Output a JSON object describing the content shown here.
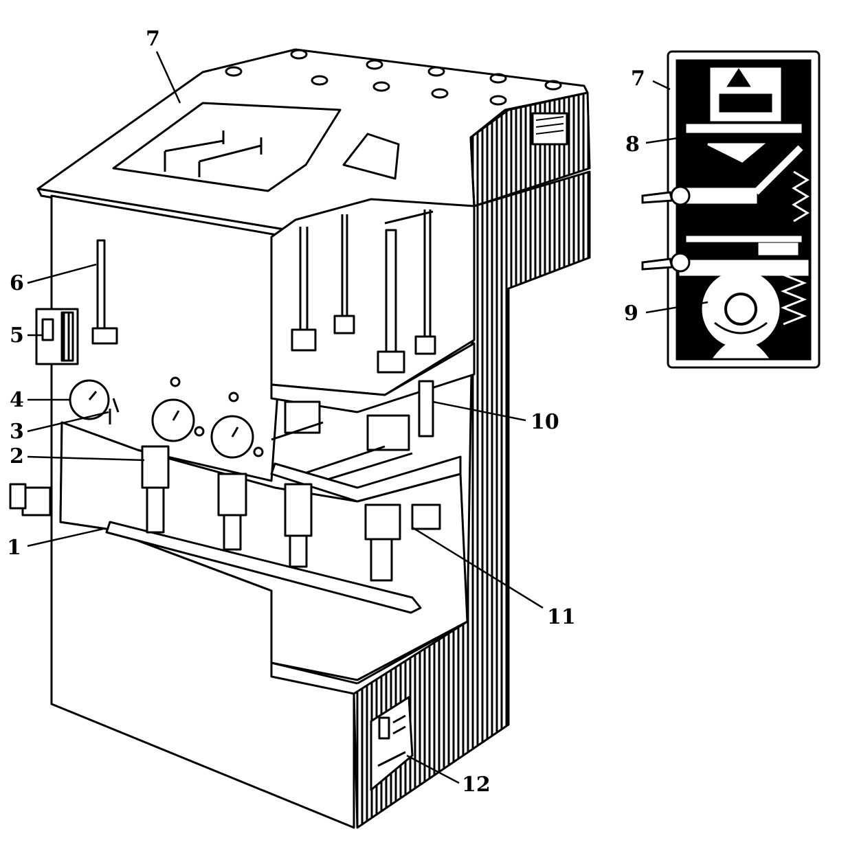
{
  "figure": {
    "callouts": [
      {
        "id": "c1",
        "text": "1"
      },
      {
        "id": "c2",
        "text": "2"
      },
      {
        "id": "c3",
        "text": "3"
      },
      {
        "id": "c4",
        "text": "4"
      },
      {
        "id": "c5",
        "text": "5"
      },
      {
        "id": "c6",
        "text": "6"
      },
      {
        "id": "c7a",
        "text": "7"
      },
      {
        "id": "c7b",
        "text": "7"
      },
      {
        "id": "c8",
        "text": "8"
      },
      {
        "id": "c9",
        "text": "9"
      },
      {
        "id": "c10",
        "text": "10"
      },
      {
        "id": "c11",
        "text": "11"
      },
      {
        "id": "c12",
        "text": "12"
      }
    ]
  },
  "colors": {
    "ink": "#000000",
    "paper": "#ffffff"
  }
}
